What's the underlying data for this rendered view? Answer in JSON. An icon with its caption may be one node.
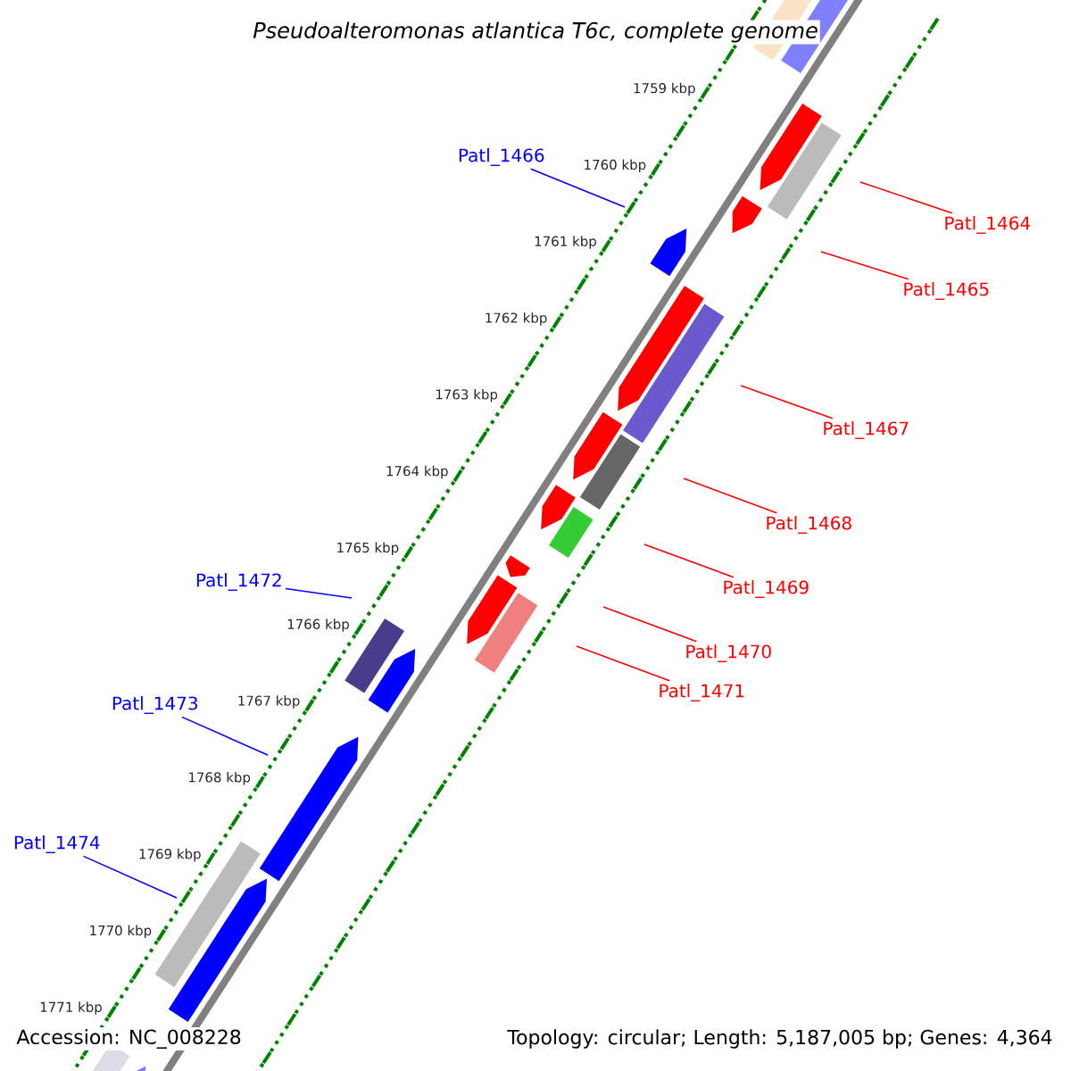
{
  "diagram": {
    "title": "Pseudoalteromonas atlantica T6c, complete genome",
    "nodes": [
      {
        "text": [
          "Patl_1464"
        ]
      },
      {
        "text": [
          "Patl_1465"
        ]
      },
      {
        "text": [
          "Patl_1466"
        ]
      },
      {
        "text": [
          "Patl_1467"
        ]
      },
      {
        "text": [
          "Patl_1468"
        ]
      },
      {
        "text": [
          "Patl_1469"
        ]
      },
      {
        "text": [
          "Patl_1470"
        ]
      },
      {
        "text": [
          "Patl_1471"
        ]
      },
      {
        "text": [
          "Patl_1472"
        ]
      },
      {
        "text": [
          "Patl_1473"
        ]
      },
      {
        "text": [
          "Patl_1474"
        ]
      }
    ],
    "edges": [
      {
        "from": 0,
        "to": null,
        "arrow": "none"
      },
      {
        "from": 1,
        "to": null,
        "arrow": "none"
      },
      {
        "from": 2,
        "to": null,
        "arrow": "none",
        "color": "#0000ff"
      },
      {
        "from": 3,
        "to": null,
        "arrow": "none"
      },
      {
        "from": 4,
        "to": null,
        "arrow": "none"
      },
      {
        "from": 5,
        "to": null,
        "arrow": "none"
      },
      {
        "from": 6,
        "to": null,
        "arrow": "none"
      },
      {
        "from": 7,
        "to": null,
        "arrow": "none"
      },
      {
        "from": 8,
        "to": null,
        "arrow": "none",
        "color": "#0000ff"
      },
      {
        "from": 9,
        "to": null,
        "arrow": "none",
        "color": "#0000ff"
      },
      {
        "from": 10,
        "to": null,
        "arrow": "none",
        "color": "#0000ff"
      }
    ],
    "labels": [
      "1759 kbp",
      "1760 kbp",
      "1761 kbp",
      "1762 kbp",
      "1763 kbp",
      "1764 kbp",
      "1765 kbp",
      "1766 kbp",
      "1767 kbp",
      "1768 kbp",
      "1769 kbp",
      "1770 kbp",
      "1771 kbp",
      "Accession: NC_008228",
      "Topology: circular; Length: 5,187,005 bp; Genes: 4,364"
    ]
  }
}
